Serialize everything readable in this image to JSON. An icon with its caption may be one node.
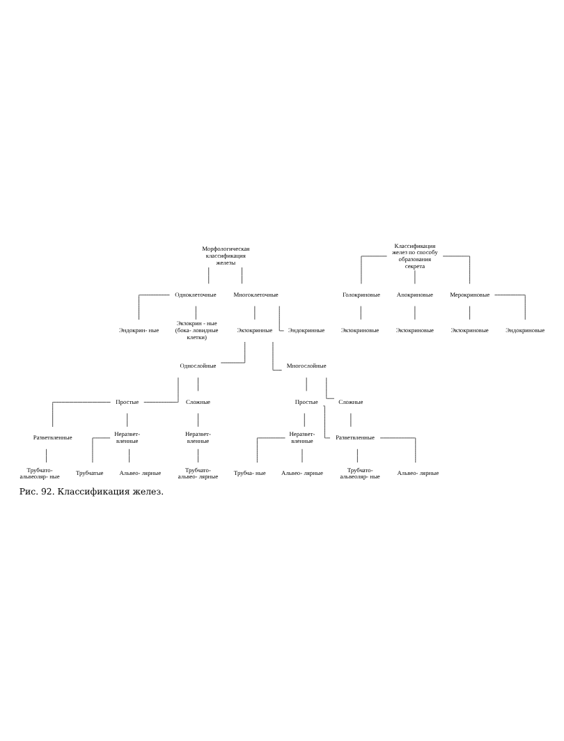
{
  "diagram": {
    "caption": "Рис. 92. Классификация желез.",
    "nodes": [
      {
        "text": [
          "Морфологическая классификация железы"
        ]
      },
      {
        "text": [
          "Одноклеточные"
        ]
      },
      {
        "text": [
          "Многоклеточные"
        ]
      },
      {
        "text": [
          "Эндокрин- ные"
        ]
      },
      {
        "text": [
          "Экзокрин - ные (бока- ловидные клетки)"
        ]
      },
      {
        "text": [
          "Экзокринные"
        ]
      },
      {
        "text": [
          "Эндокринные"
        ]
      },
      {
        "text": [
          "Однослойные"
        ]
      },
      {
        "text": [
          "Многослойные"
        ]
      },
      {
        "text": [
          "Простые"
        ]
      },
      {
        "text": [
          "Сложные"
        ]
      },
      {
        "text": [
          "Разветвленные"
        ]
      },
      {
        "text": [
          "Неразвет- вленные"
        ]
      },
      {
        "text": [
          "Неразвет- вленные"
        ]
      },
      {
        "text": [
          "Трубчато- альвеоляр- ные"
        ]
      },
      {
        "text": [
          "Трубчатые"
        ]
      },
      {
        "text": [
          "Альвео- лярные"
        ]
      },
      {
        "text": [
          "Трубчато- альвео- лярные"
        ]
      },
      {
        "text": [
          "Простые"
        ]
      },
      {
        "text": [
          "Сложные"
        ]
      },
      {
        "text": [
          "Неразвет- вленные"
        ]
      },
      {
        "text": [
          "Разветвленные"
        ]
      },
      {
        "text": [
          "Трубча- ные"
        ]
      },
      {
        "text": [
          "Альвео- лярные"
        ]
      },
      {
        "text": [
          "Трубчато- альвеоляр- ные"
        ]
      },
      {
        "text": [
          "Альвео- лярные"
        ]
      },
      {
        "text": [
          "Классификация желез по способу образования секрета"
        ]
      },
      {
        "text": [
          "Голокриновые"
        ]
      },
      {
        "text": [
          "Апокриновые"
        ]
      },
      {
        "text": [
          "Мерокриновые"
        ]
      },
      {
        "text": [
          "Экзокриновые"
        ]
      },
      {
        "text": [
          "Экзокриновые"
        ]
      },
      {
        "text": [
          "Экзокриновые"
        ]
      },
      {
        "text": [
          "Эндокриновые"
        ]
      }
    ],
    "edges": [
      {
        "from": 0,
        "to": 1,
        "arrow": "none"
      },
      {
        "from": 0,
        "to": 2,
        "arrow": "none"
      },
      {
        "from": 1,
        "to": 3,
        "arrow": "none"
      },
      {
        "from": 1,
        "to": 4,
        "arrow": "none"
      },
      {
        "from": 2,
        "to": 5,
        "arrow": "none"
      },
      {
        "from": 2,
        "to": 6,
        "arrow": "none"
      },
      {
        "from": 5,
        "to": 7,
        "arrow": "none"
      },
      {
        "from": 5,
        "to": 8,
        "arrow": "none"
      },
      {
        "from": 7,
        "to": 9,
        "arrow": "none"
      },
      {
        "from": 7,
        "to": 10,
        "arrow": "none"
      },
      {
        "from": 9,
        "to": 11,
        "arrow": "none"
      },
      {
        "from": 9,
        "to": 12,
        "arrow": "none"
      },
      {
        "from": 10,
        "to": 13,
        "arrow": "none"
      },
      {
        "from": 11,
        "to": 14,
        "arrow": "none"
      },
      {
        "from": 12,
        "to": 15,
        "arrow": "none"
      },
      {
        "from": 12,
        "to": 16,
        "arrow": "none"
      },
      {
        "from": 13,
        "to": 17,
        "arrow": "none"
      },
      {
        "from": 8,
        "to": 18,
        "arrow": "none"
      },
      {
        "from": 8,
        "to": 19,
        "arrow": "none"
      },
      {
        "from": 18,
        "to": 20,
        "arrow": "none"
      },
      {
        "from": 18,
        "to": 21,
        "arrow": "none"
      },
      {
        "from": 19,
        "to": 21,
        "arrow": "none"
      },
      {
        "from": 20,
        "to": 22,
        "arrow": "none"
      },
      {
        "from": 20,
        "to": 23,
        "arrow": "none"
      },
      {
        "from": 21,
        "to": 24,
        "arrow": "none"
      },
      {
        "from": 21,
        "to": 25,
        "arrow": "none"
      },
      {
        "from": 26,
        "to": 27,
        "arrow": "none"
      },
      {
        "from": 26,
        "to": 28,
        "arrow": "none"
      },
      {
        "from": 26,
        "to": 29,
        "arrow": "none"
      },
      {
        "from": 27,
        "to": 30,
        "arrow": "none"
      },
      {
        "from": 28,
        "to": 31,
        "arrow": "none"
      },
      {
        "from": 29,
        "to": 32,
        "arrow": "none"
      },
      {
        "from": 29,
        "to": 33,
        "arrow": "none"
      }
    ]
  }
}
